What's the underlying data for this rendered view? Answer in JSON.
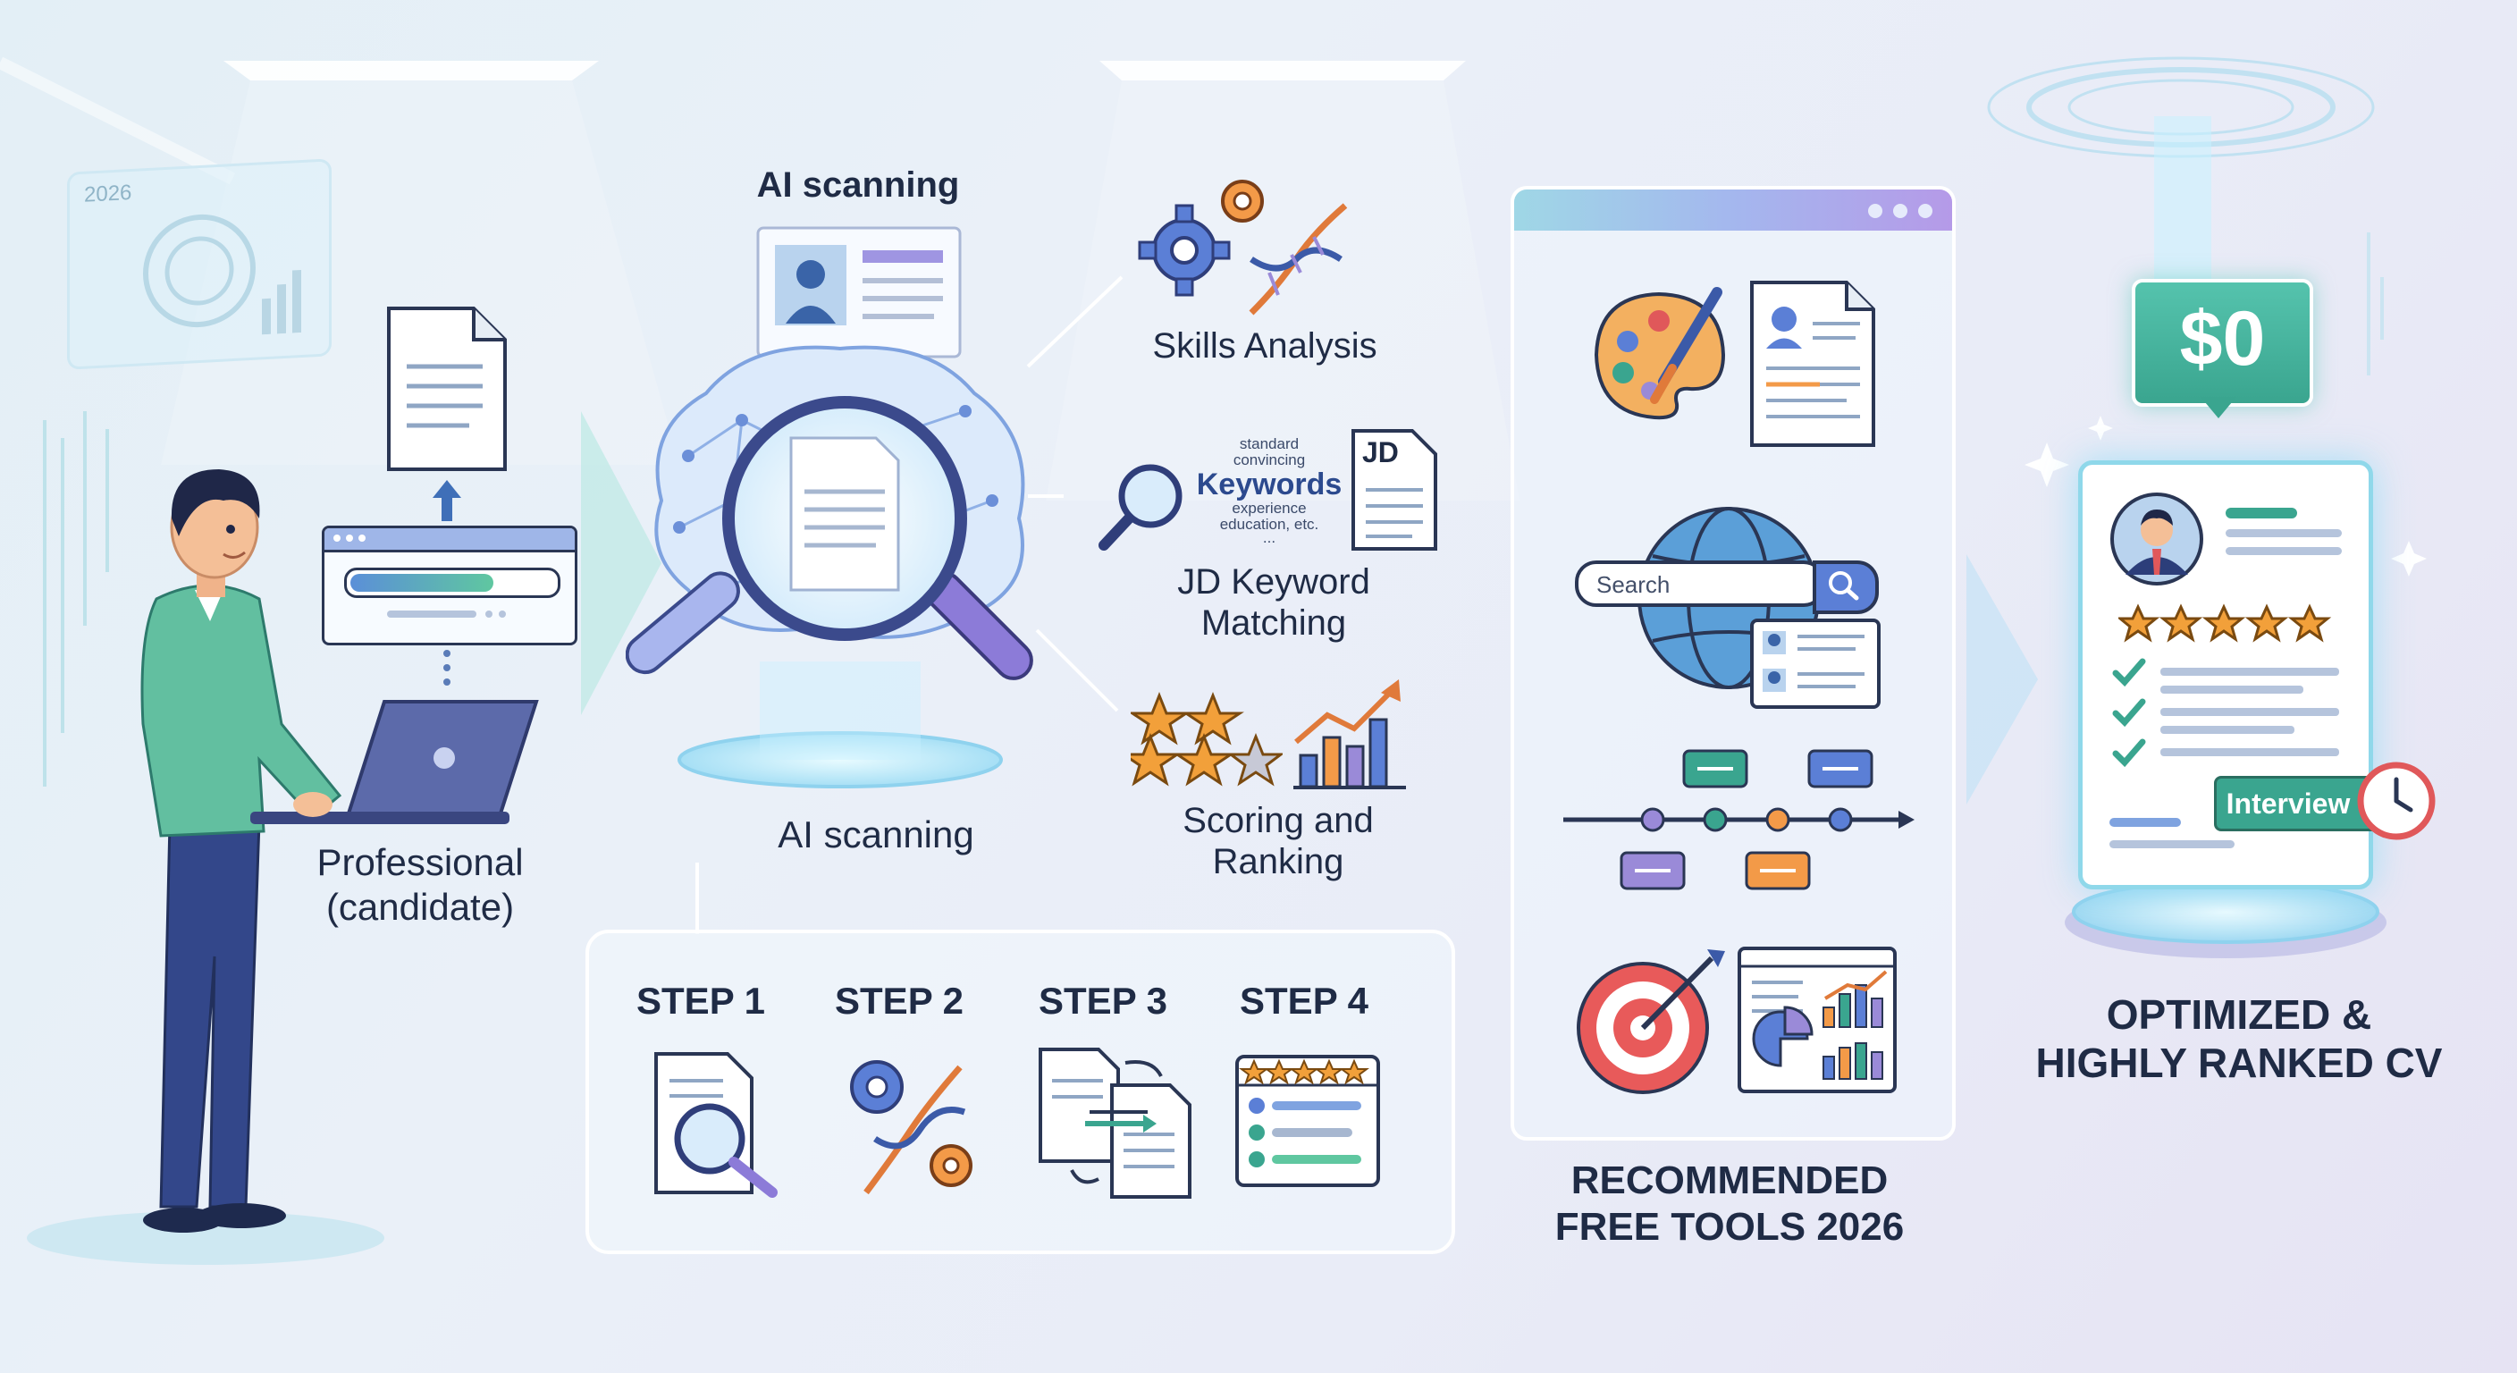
{
  "holo_panel": {
    "year": "2026"
  },
  "candidate": {
    "label": "Professional\n(candidate)"
  },
  "ai_scanning": {
    "title": "AI scanning",
    "caption": "AI scanning"
  },
  "analysis": {
    "skills": "Skills Analysis",
    "keyword_matching": "JD Keyword\nMatching",
    "scoring": "Scoring and\nRanking",
    "keyword_cloud": {
      "small_1": "standard",
      "small_2": "convincing",
      "big": "Keywords",
      "small_3": "experience",
      "small_4": "education, etc.",
      "small_5": "..."
    },
    "jd_tag": "JD"
  },
  "steps": [
    {
      "label": "STEP 1",
      "icon": "document-search-icon"
    },
    {
      "label": "STEP 2",
      "icon": "gears-dna-icon"
    },
    {
      "label": "STEP 3",
      "icon": "document-compare-icon"
    },
    {
      "label": "STEP 4",
      "icon": "rated-checklist-icon"
    }
  ],
  "tools_panel": {
    "search_placeholder": "Search",
    "caption": "RECOMMENDED\nFREE TOOLS 2026",
    "icons": [
      "palette-icon",
      "resume-template-icon",
      "globe-icon",
      "profile-cards-icon",
      "timeline-icon",
      "target-icon",
      "analytics-dashboard-icon"
    ]
  },
  "result": {
    "price": "$0",
    "rating_stars": 5,
    "badge": "Interview",
    "caption": "OPTIMIZED &\nHIGHLY RANKED CV"
  },
  "colors": {
    "navy": "#1f2b45",
    "accent_purple": "#8f7ee6",
    "accent_teal": "#3aa58f",
    "star_orange": "#f2a03a",
    "cyan_glow": "#9ee6ff"
  }
}
